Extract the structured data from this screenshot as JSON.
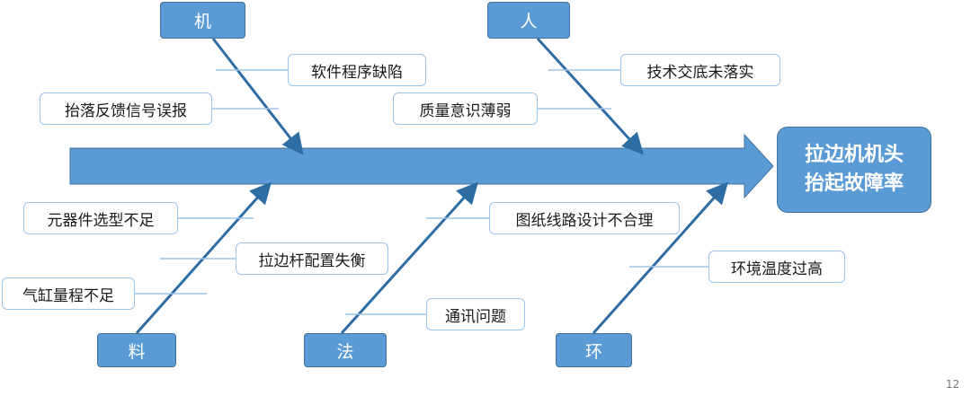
{
  "effect": {
    "line1": "拉边机机头",
    "line2": "抬起故障率"
  },
  "categories": {
    "machine": "机",
    "people": "人",
    "material": "料",
    "method": "法",
    "environment": "环"
  },
  "causes": {
    "software_defect": "软件程序缺陷",
    "feedback_false_alarm": "抬落反馈信号误报",
    "handover_not_done": "技术交底未落实",
    "weak_quality_awareness": "质量意识薄弱",
    "component_selection": "元器件选型不足",
    "edge_rod_imbalance": "拉边杆配置失衡",
    "cylinder_range": "气缸量程不足",
    "drawing_design": "图纸线路设计不合理",
    "communication": "通讯问题",
    "high_temperature": "环境温度过高"
  },
  "page_number": "12",
  "colors": {
    "fill": "#5b9bd5",
    "border": "#41719c",
    "line": "#9dc3e6",
    "arrow": "#2e6da4"
  }
}
